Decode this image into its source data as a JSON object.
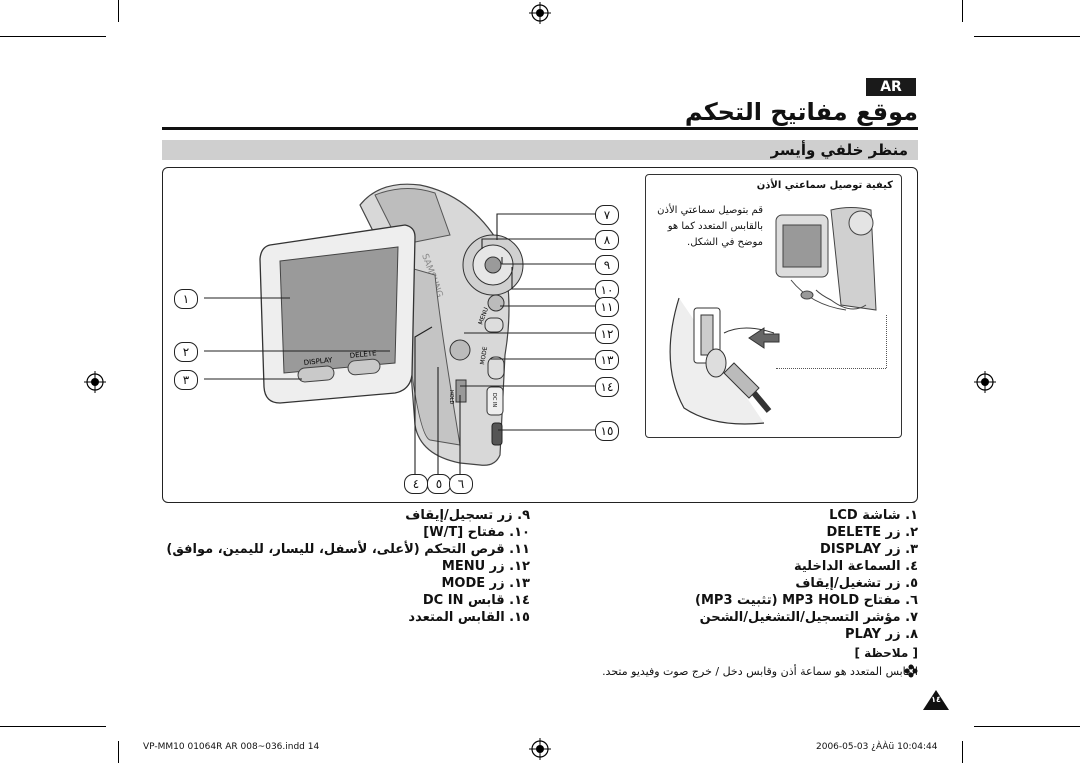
{
  "badge": "AR",
  "title": "موقع مفاتيح التحكم",
  "subtitle": "منظر خلفي وأيسر",
  "camera": {
    "brand": "SAMSUNG",
    "display_label": "DISPLAY",
    "delete_label": "DELETE",
    "menu_label": "MENU",
    "mode_label": "MODE",
    "hold_label": "HOLD",
    "dcin_label": "DC IN"
  },
  "callouts": [
    "١",
    "٢",
    "٣",
    "٤",
    "٥",
    "٦",
    "٧",
    "٨",
    "٩",
    "١٠",
    "١١",
    "١٢",
    "١٣",
    "١٤",
    "١٥"
  ],
  "tip": {
    "title": "كيفية توصيل سماعتي الأذن",
    "lines": [
      "قم بتوصيل سماعتي الأذن",
      "بالقابس المتعدد كما هو",
      "موضح في الشكل."
    ]
  },
  "items_right": [
    "١. شاشة LCD",
    "٢. زر DELETE",
    "٣. زر DISPLAY",
    "٤. السماعة الداخلية",
    "٥. زر تشغيل/إيقاف",
    "٦. مفتاح MP3 HOLD (تثبيت MP3)",
    "٧. مؤشر التسجيل/التشغيل/الشحن",
    "٨. زر PLAY"
  ],
  "items_left": [
    "٩. زر تسجيل/إيقاف",
    "١٠. مفتاح [W/T]",
    "١١. قرص التحكم (لأعلى، لأسفل، لليسار، لليمين، موافق)",
    "١٢. زر MENU",
    "١٣. زر MODE",
    "١٤. قابس DC IN",
    "١٥. القابس المتعدد"
  ],
  "note_heading": "[ ملاحظة ]",
  "note_text": "القابس المتعدد هو سماعة أذن وقابس دخل / خرج صوت وفيديو متحد.",
  "page_number": "١٤",
  "footer_left": "VP-MM10 01064R AR 008~036.indd   14",
  "footer_right": "2006-05-03   ¿ÀÀü 10:04:44"
}
